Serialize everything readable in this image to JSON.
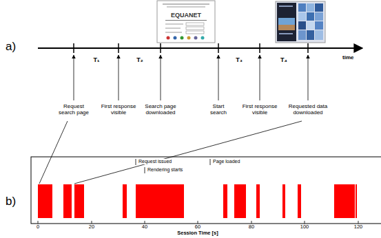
{
  "diagram": {
    "labels": [
      "EQUANET",
      "a)",
      "time",
      "T₁",
      "T₂",
      "T₃",
      "T₄",
      "Request search page",
      "First response visible",
      "Search page downloaded",
      "Start search",
      "First response visible",
      "Requested data downloaded",
      "b)",
      "Request issued",
      "Rendering starts",
      "Page loaded",
      "0",
      "20",
      "40",
      "60",
      "80",
      "100",
      "120",
      "Session Time [s]"
    ]
  }
}
